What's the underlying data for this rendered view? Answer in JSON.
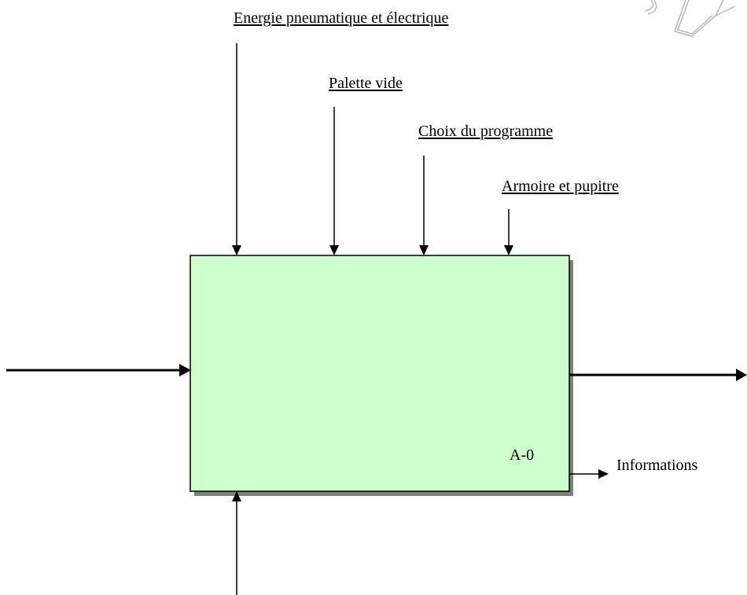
{
  "diagram": {
    "box": {
      "label": "A-0",
      "fill": "#ccffcc",
      "border": "#000000",
      "shadow": "#7f7f7f"
    },
    "controls": [
      {
        "label": "Energie pneumatique et électrique"
      },
      {
        "label": "Palette vide"
      },
      {
        "label": "Choix du programme"
      },
      {
        "label": "Armoire et pupitre"
      }
    ],
    "outputs": [
      {
        "label": "Informations"
      }
    ]
  }
}
